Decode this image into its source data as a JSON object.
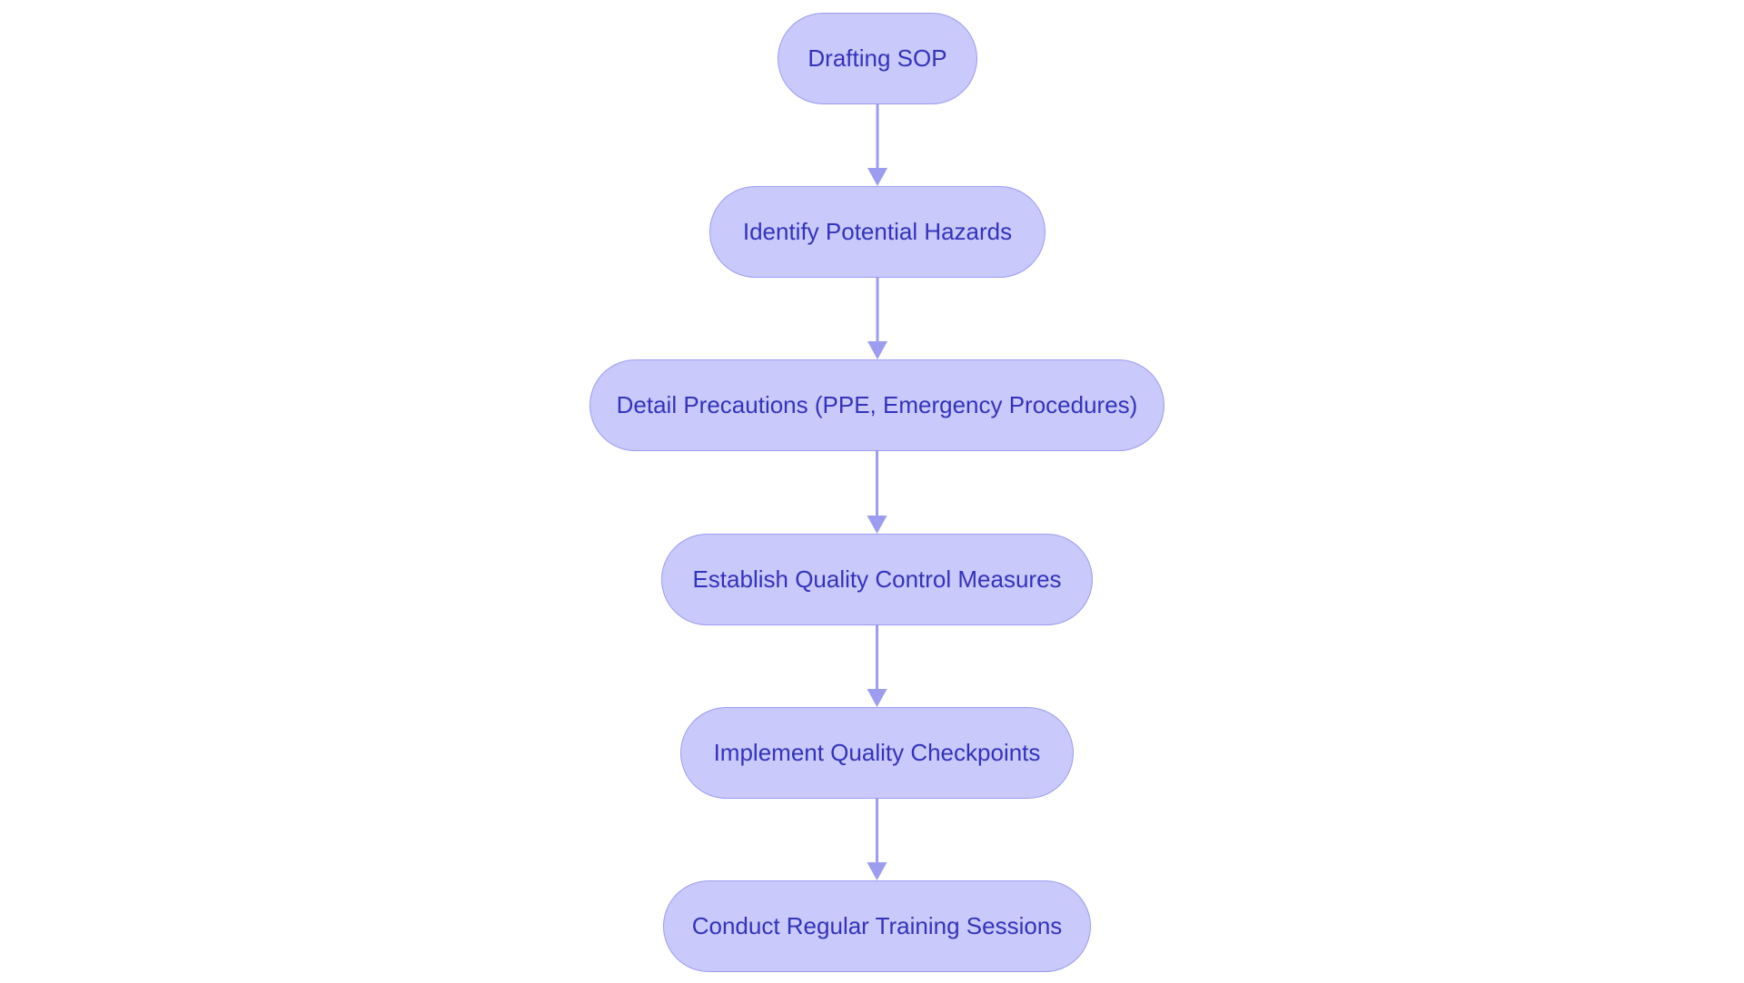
{
  "diagram": {
    "type": "flowchart",
    "direction": "top-to-bottom",
    "colors": {
      "node_fill": "#c9c9fc",
      "node_border": "#9c9cf0",
      "node_text": "#3333bb",
      "connector": "#9c9cf0"
    },
    "nodes": [
      {
        "id": "node-1",
        "label": "Drafting SOP"
      },
      {
        "id": "node-2",
        "label": "Identify Potential Hazards"
      },
      {
        "id": "node-3",
        "label": "Detail Precautions (PPE, Emergency Procedures)"
      },
      {
        "id": "node-4",
        "label": "Establish Quality Control Measures"
      },
      {
        "id": "node-5",
        "label": "Implement Quality Checkpoints"
      },
      {
        "id": "node-6",
        "label": "Conduct Regular Training Sessions"
      }
    ],
    "edges": [
      {
        "from": "node-1",
        "to": "node-2"
      },
      {
        "from": "node-2",
        "to": "node-3"
      },
      {
        "from": "node-3",
        "to": "node-4"
      },
      {
        "from": "node-4",
        "to": "node-5"
      },
      {
        "from": "node-5",
        "to": "node-6"
      }
    ]
  }
}
